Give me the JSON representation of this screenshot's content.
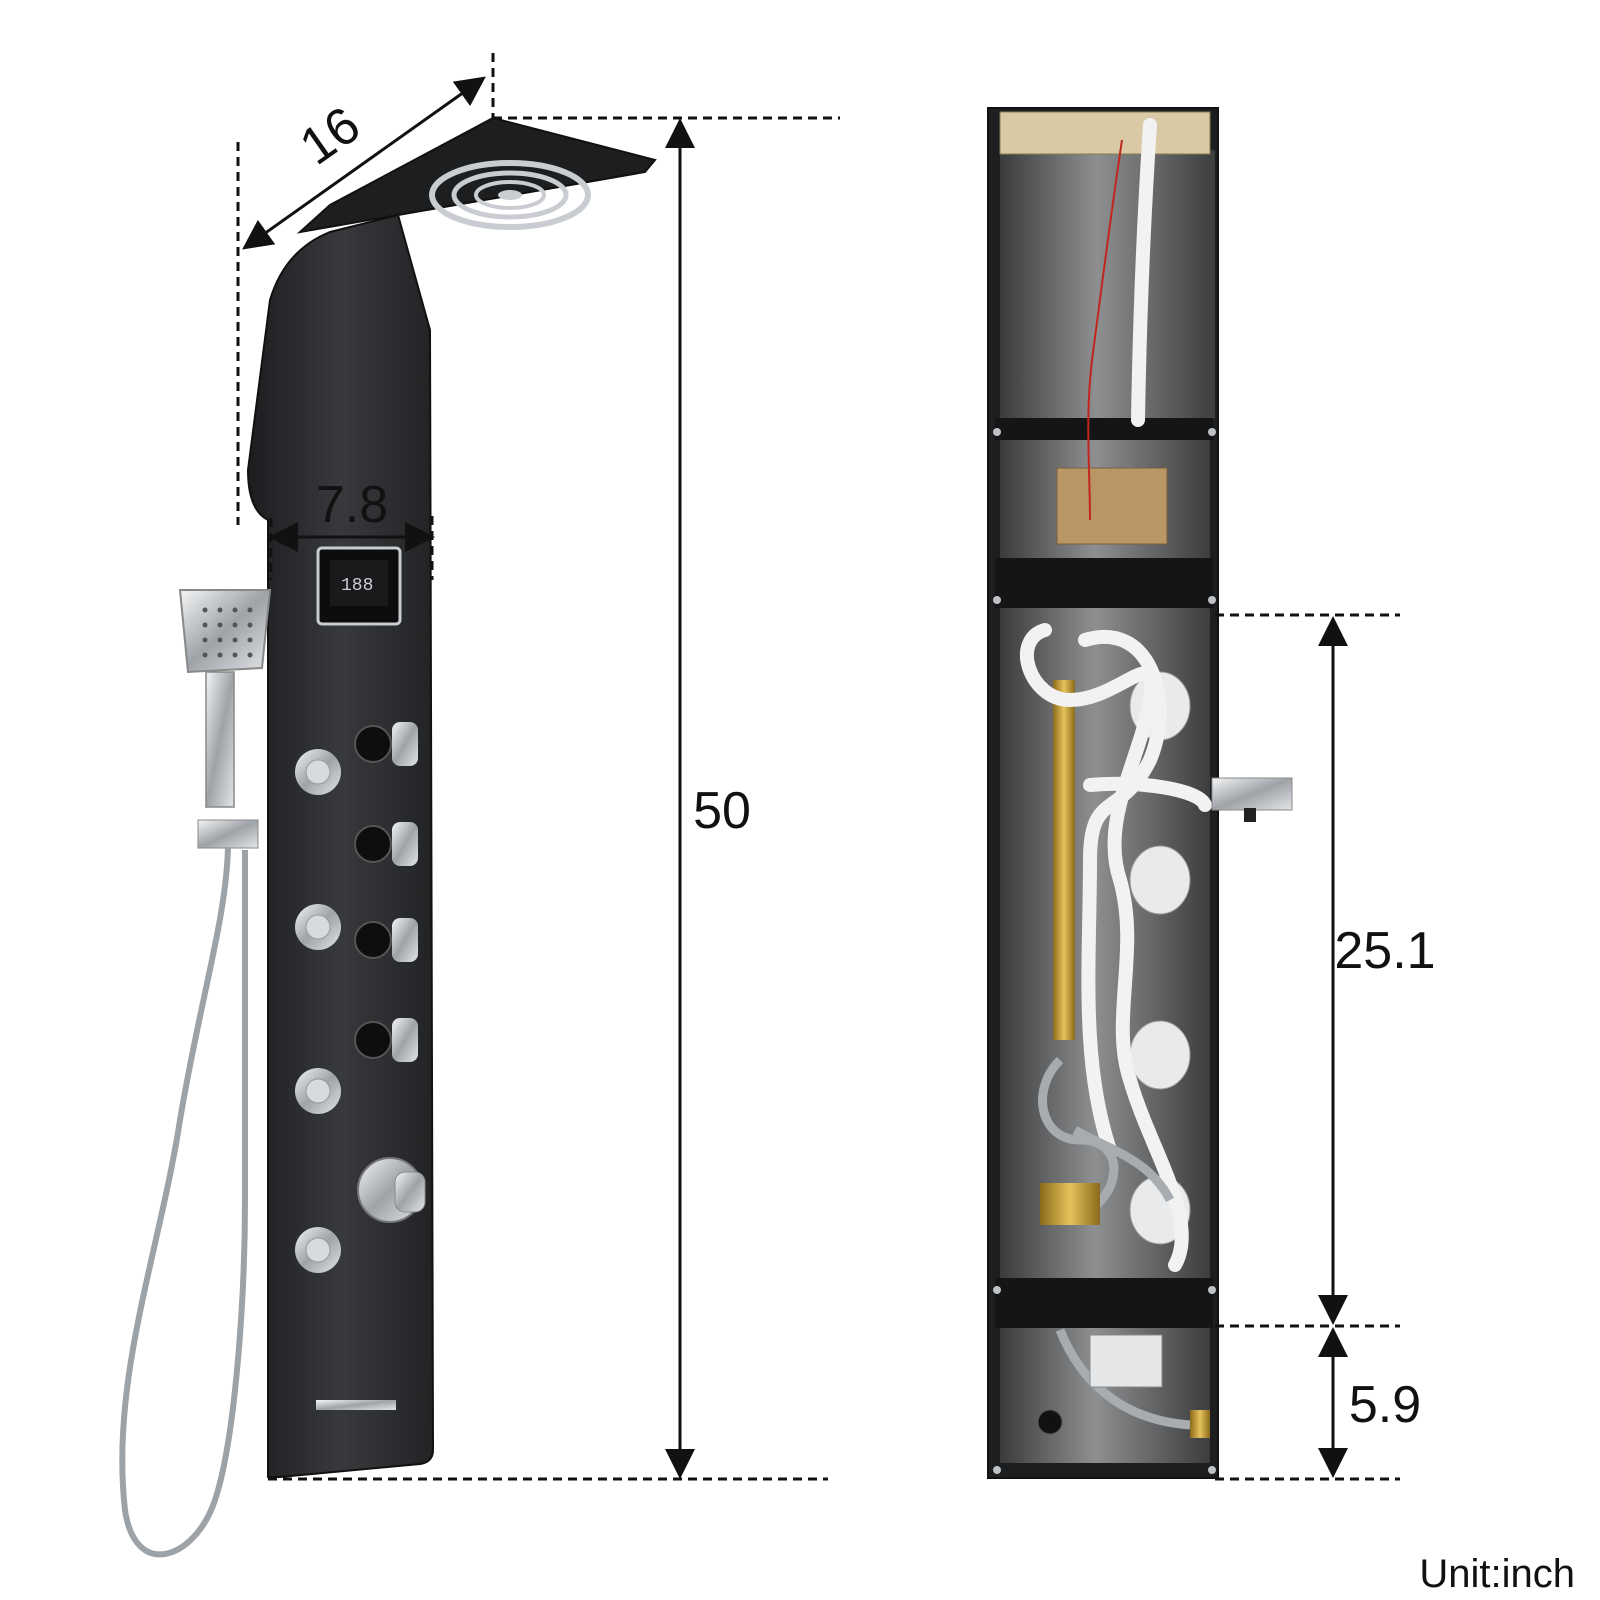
{
  "dimensions": {
    "head_width": "16",
    "panel_width": "7.8",
    "total_height": "50",
    "body_jets_span": "25.1",
    "bottom_section": "5.9"
  },
  "unit_label": "Unit:inch",
  "colors": {
    "panel": "#2b2c2e",
    "panel_edge": "#161617",
    "chrome": "#c9cdd1",
    "brass": "#c9a23a",
    "hose_white": "#f2f2f2",
    "dimension_line": "#111111"
  }
}
